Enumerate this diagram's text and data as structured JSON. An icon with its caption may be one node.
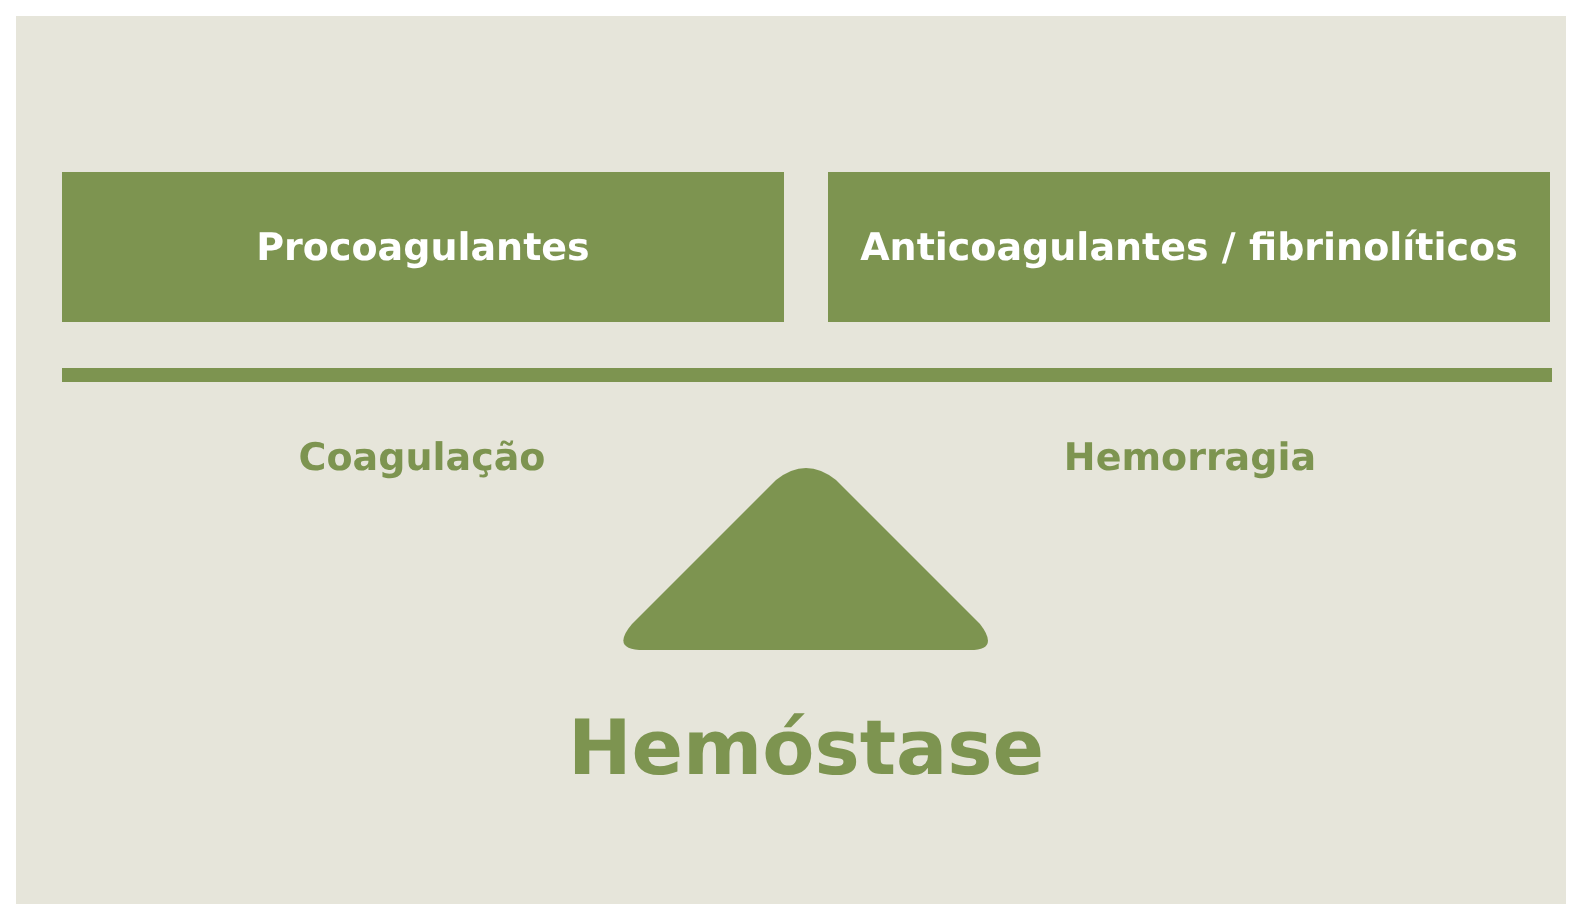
{
  "diagram": {
    "nodes": [
      {
        "text": [
          "Procoagulantes"
        ]
      },
      {
        "text": [
          "Anticoagulantes / fibrinolíticos"
        ]
      }
    ],
    "labels": [
      "Coagulação",
      "Hemorragia",
      "Hemóstase"
    ]
  }
}
